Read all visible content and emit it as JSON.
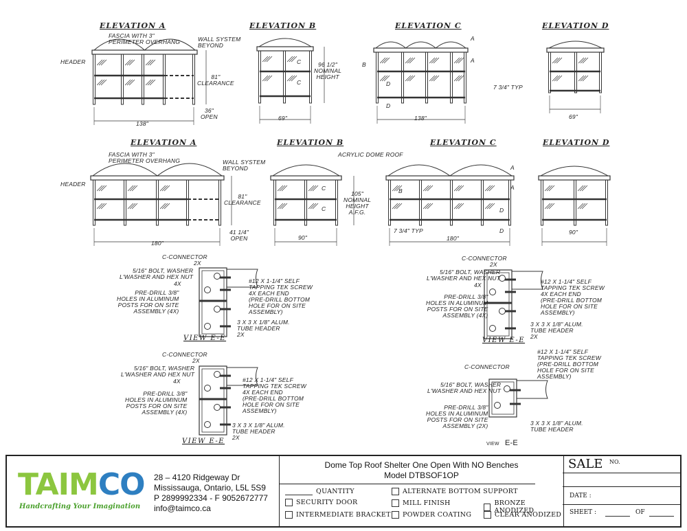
{
  "elevations_row1": {
    "a": {
      "title": "ELEVATION A",
      "fascia": "FASCIA WITH 3\"\nPERIMETER OVERHANG",
      "wall": "WALL SYSTEM\nBEYOND",
      "header": "HEADER",
      "clearance": "81\"\nCLEARANCE",
      "open": "36\"\nOPEN",
      "width": "138\""
    },
    "b": {
      "title": "ELEVATION B",
      "height": "96 1/2\"\nNOMINAL\nHEIGHT",
      "section": "C",
      "width": "69\""
    },
    "c": {
      "title": "ELEVATION C",
      "typ": "7 3/4\" TYP",
      "width": "138\"",
      "sec_a": "A",
      "sec_b": "B",
      "sec_d": "D"
    },
    "d": {
      "title": "ELEVATION D",
      "width": "69\""
    }
  },
  "elevations_row2": {
    "a": {
      "title": "ELEVATION A",
      "fascia": "FASCIA WITH 3\"\nPERIMETER OVERHANG",
      "wall": "WALL SYSTEM\nBEYOND",
      "header": "HEADER",
      "clearance": "81\"\nCLEARANCE",
      "open": "41 1/4\"\nOPEN",
      "width": "180\""
    },
    "b": {
      "title": "ELEVATION B",
      "dome": "ACRYLIC DOME ROOF",
      "height": "105\"\nNOMINAL\nHEIGHT\nA.F.G.",
      "section": "C",
      "width": "90\""
    },
    "c": {
      "title": "ELEVATION C",
      "typ": "7 3/4\" TYP",
      "width": "180\"",
      "sec_a": "A",
      "sec_b": "B",
      "sec_d": "D"
    },
    "d": {
      "title": "ELEVATION D",
      "width": "90\""
    }
  },
  "details": {
    "connector": "C-CONNECTOR",
    "connector_qty": "2X",
    "bolt": "5/16\" BOLT, WASHER\nL'WASHER AND HEX NUT",
    "bolt_qty": "4X",
    "predrill": "PRE-DRILL 3/8\"\nHOLES IN ALUMINUM\nPOSTS FOR ON SITE\nASSEMBLY (4X)",
    "predrill_2x": "PRE-DRILL 3/8\"\nHOLES IN ALUMINUM\nPOSTS FOR ON SITE\nASSEMBLY (2X)",
    "screw": "#12 X 1-1/4\" SELF\nTAPPING TEK SCREW\n4X EACH END\n(PRE-DRILL BOTTOM\nHOLE FOR ON SITE\nASSEMBLY)",
    "screw_single": "#12 X 1-1/4\" SELF\nTAPPING TEK SCREW\n(PRE-DRILL BOTTOM\nHOLE FOR ON SITE\nASSEMBLY)",
    "tube": "3 X 3 X 1/8\" ALUM.\nTUBE HEADER\n2X",
    "tube_single": "3 X 3 X 1/8\" ALUM.\nTUBE HEADER",
    "view": "VIEW E-E",
    "view_word": "VIEW",
    "view_id": "E-E"
  },
  "title_block": {
    "logo": {
      "part1": "TAIM",
      "part2": "CO",
      "tagline": "Handcrafting Your Imagination"
    },
    "address": [
      "28 – 4120 Ridgeway Dr",
      "Mississauga, Ontario, L5L 5S9",
      "P 2899992334 - F 9052672777",
      "info@taimco.ca"
    ],
    "title": "Dome Top Roof Shelter One Open With NO Benches",
    "model": "Model DTBSOF1OP",
    "quantity": "QUANTITY",
    "options": {
      "security_door": "SECURITY DOOR",
      "intermediate_bracket": "INTERMEDIATE BRACKET",
      "alternate_bottom_support": "ALTERNATE BOTTOM SUPPORT",
      "mill_finish": "MILL FINISH",
      "powder_coating": "POWDER COATING",
      "bronze_anodized": "BRONZE ANODIZED",
      "clear_anodized": "CLEAR ANODIZED"
    },
    "sale": "SALE",
    "sale_no": "NO.",
    "date": "DATE :",
    "sheet": "SHEET :",
    "of": "OF"
  },
  "colors": {
    "logo_green": "#8cc63f",
    "logo_blue": "#2e7fc1",
    "line": "#333333"
  }
}
